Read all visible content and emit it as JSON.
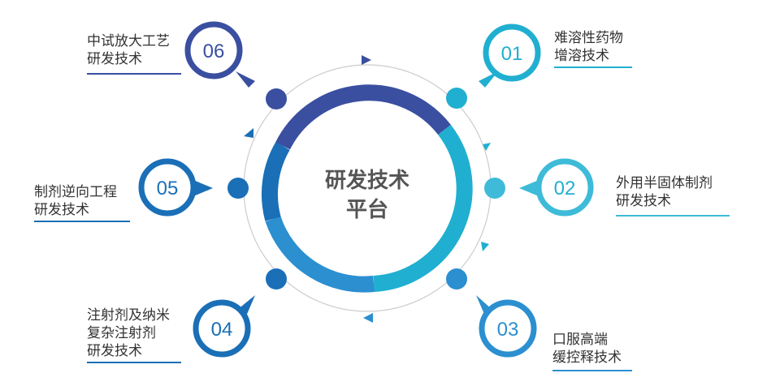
{
  "center": {
    "line1": "研发技术",
    "line2": "平台"
  },
  "colors": {
    "dark_blue": "#3a4fa0",
    "mid_blue": "#1a6fb7",
    "blue": "#2b8fd0",
    "teal": "#20afd0",
    "light_teal": "#3dbbd8",
    "ring_track": "#cccccc"
  },
  "nodes": [
    {
      "num": "01",
      "lines": [
        "难溶性药物",
        "增溶技术"
      ]
    },
    {
      "num": "02",
      "lines": [
        "外用半固体制剂",
        "研发技术"
      ]
    },
    {
      "num": "03",
      "lines": [
        "口服高端",
        "缓控释技术"
      ]
    },
    {
      "num": "04",
      "lines": [
        "注射剂及纳米",
        "复杂注射剂",
        "研发技术"
      ]
    },
    {
      "num": "05",
      "lines": [
        "制剂逆向工程",
        "研发技术"
      ]
    },
    {
      "num": "06",
      "lines": [
        "中试放大工艺",
        "研发技术"
      ]
    }
  ]
}
